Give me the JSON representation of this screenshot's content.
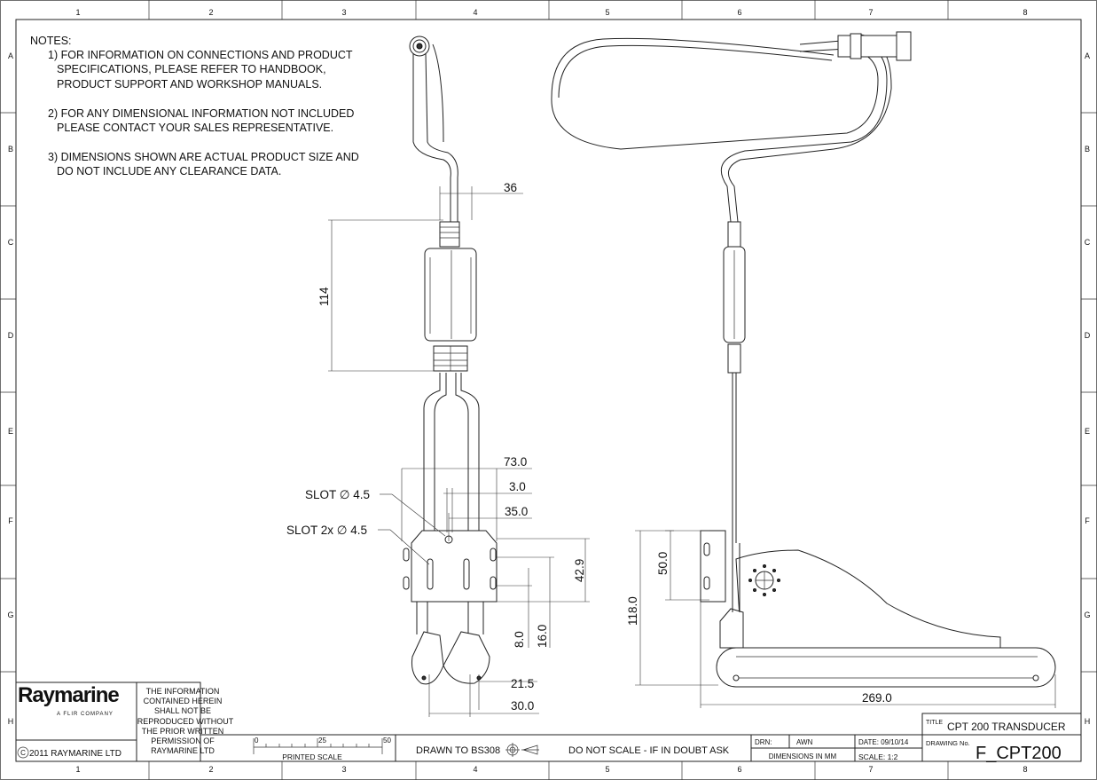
{
  "sheet": {
    "columns": [
      "1",
      "2",
      "3",
      "4",
      "5",
      "6",
      "7",
      "8"
    ],
    "rows": [
      "A",
      "B",
      "C",
      "D",
      "E",
      "F",
      "G",
      "H"
    ]
  },
  "notes": {
    "heading": "NOTES:",
    "lines": [
      "1) FOR INFORMATION ON CONNECTIONS AND PRODUCT",
      "SPECIFICATIONS, PLEASE REFER TO HANDBOOK,",
      "PRODUCT SUPPORT AND WORKSHOP MANUALS.",
      "2) FOR ANY DIMENSIONAL INFORMATION NOT INCLUDED",
      "PLEASE CONTACT YOUR SALES REPRESENTATIVE.",
      "3) DIMENSIONS SHOWN ARE ACTUAL PRODUCT SIZE AND",
      "DO NOT INCLUDE ANY CLEARANCE DATA."
    ]
  },
  "dimensions": {
    "front": {
      "width_body": "36",
      "height_body": "114",
      "width_bracket": "73.0",
      "slot_offset": "3.0",
      "slot_center": "35.0",
      "bracket_height": "42.9",
      "slot_low": "8.0",
      "slot_high": "16.0",
      "foot_offset": "21.5",
      "foot_width": "30.0",
      "slot_label": "SLOT ∅ 4.5",
      "slot2x_label": "SLOT 2x ∅ 4.5"
    },
    "side": {
      "bracket_height": "50.0",
      "total_height": "118.0",
      "length": "269.0"
    }
  },
  "title_block": {
    "logo": "Raymarine",
    "logo_sub": "A FLIR COMPANY",
    "copyright": "2011 RAYMARINE LTD",
    "copyright_symbol": "C",
    "confidential": [
      "THE INFORMATION",
      "CONTAINED HEREIN",
      "SHALL NOT BE",
      "REPRODUCED WITHOUT",
      "THE PRIOR WRITTEN",
      "PERMISSION OF",
      "RAYMARINE LTD"
    ],
    "scale_ticks": [
      "0",
      "25",
      "50"
    ],
    "printed_scale": "PRINTED SCALE",
    "drawn_to": "DRAWN TO BS308",
    "do_not_scale": "DO NOT SCALE - IF IN DOUBT ASK",
    "drn_label": "DRN:",
    "drn_value": "AWN",
    "date": "DATE: 09/10/14",
    "dimensions_in": "DIMENSIONS IN MM",
    "scale": "SCALE:  1:2",
    "title_label": "TITLE",
    "title": "CPT 200 TRANSDUCER",
    "drawing_no_label": "DRAWING No.",
    "drawing_no": "F_CPT200"
  }
}
